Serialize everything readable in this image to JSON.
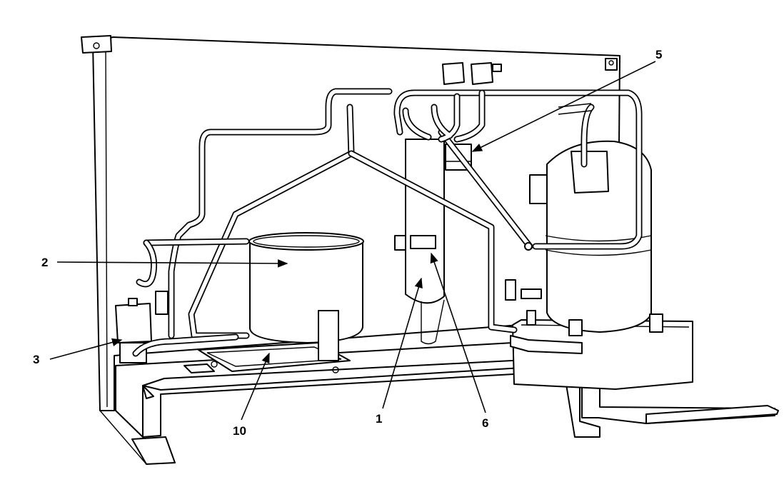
{
  "diagram": {
    "callouts": {
      "c1": "1",
      "c2": "2",
      "c3": "3",
      "c5": "5",
      "c6": "6",
      "c10": "10"
    }
  },
  "colors": {
    "line": "#000000",
    "background": "#ffffff"
  }
}
